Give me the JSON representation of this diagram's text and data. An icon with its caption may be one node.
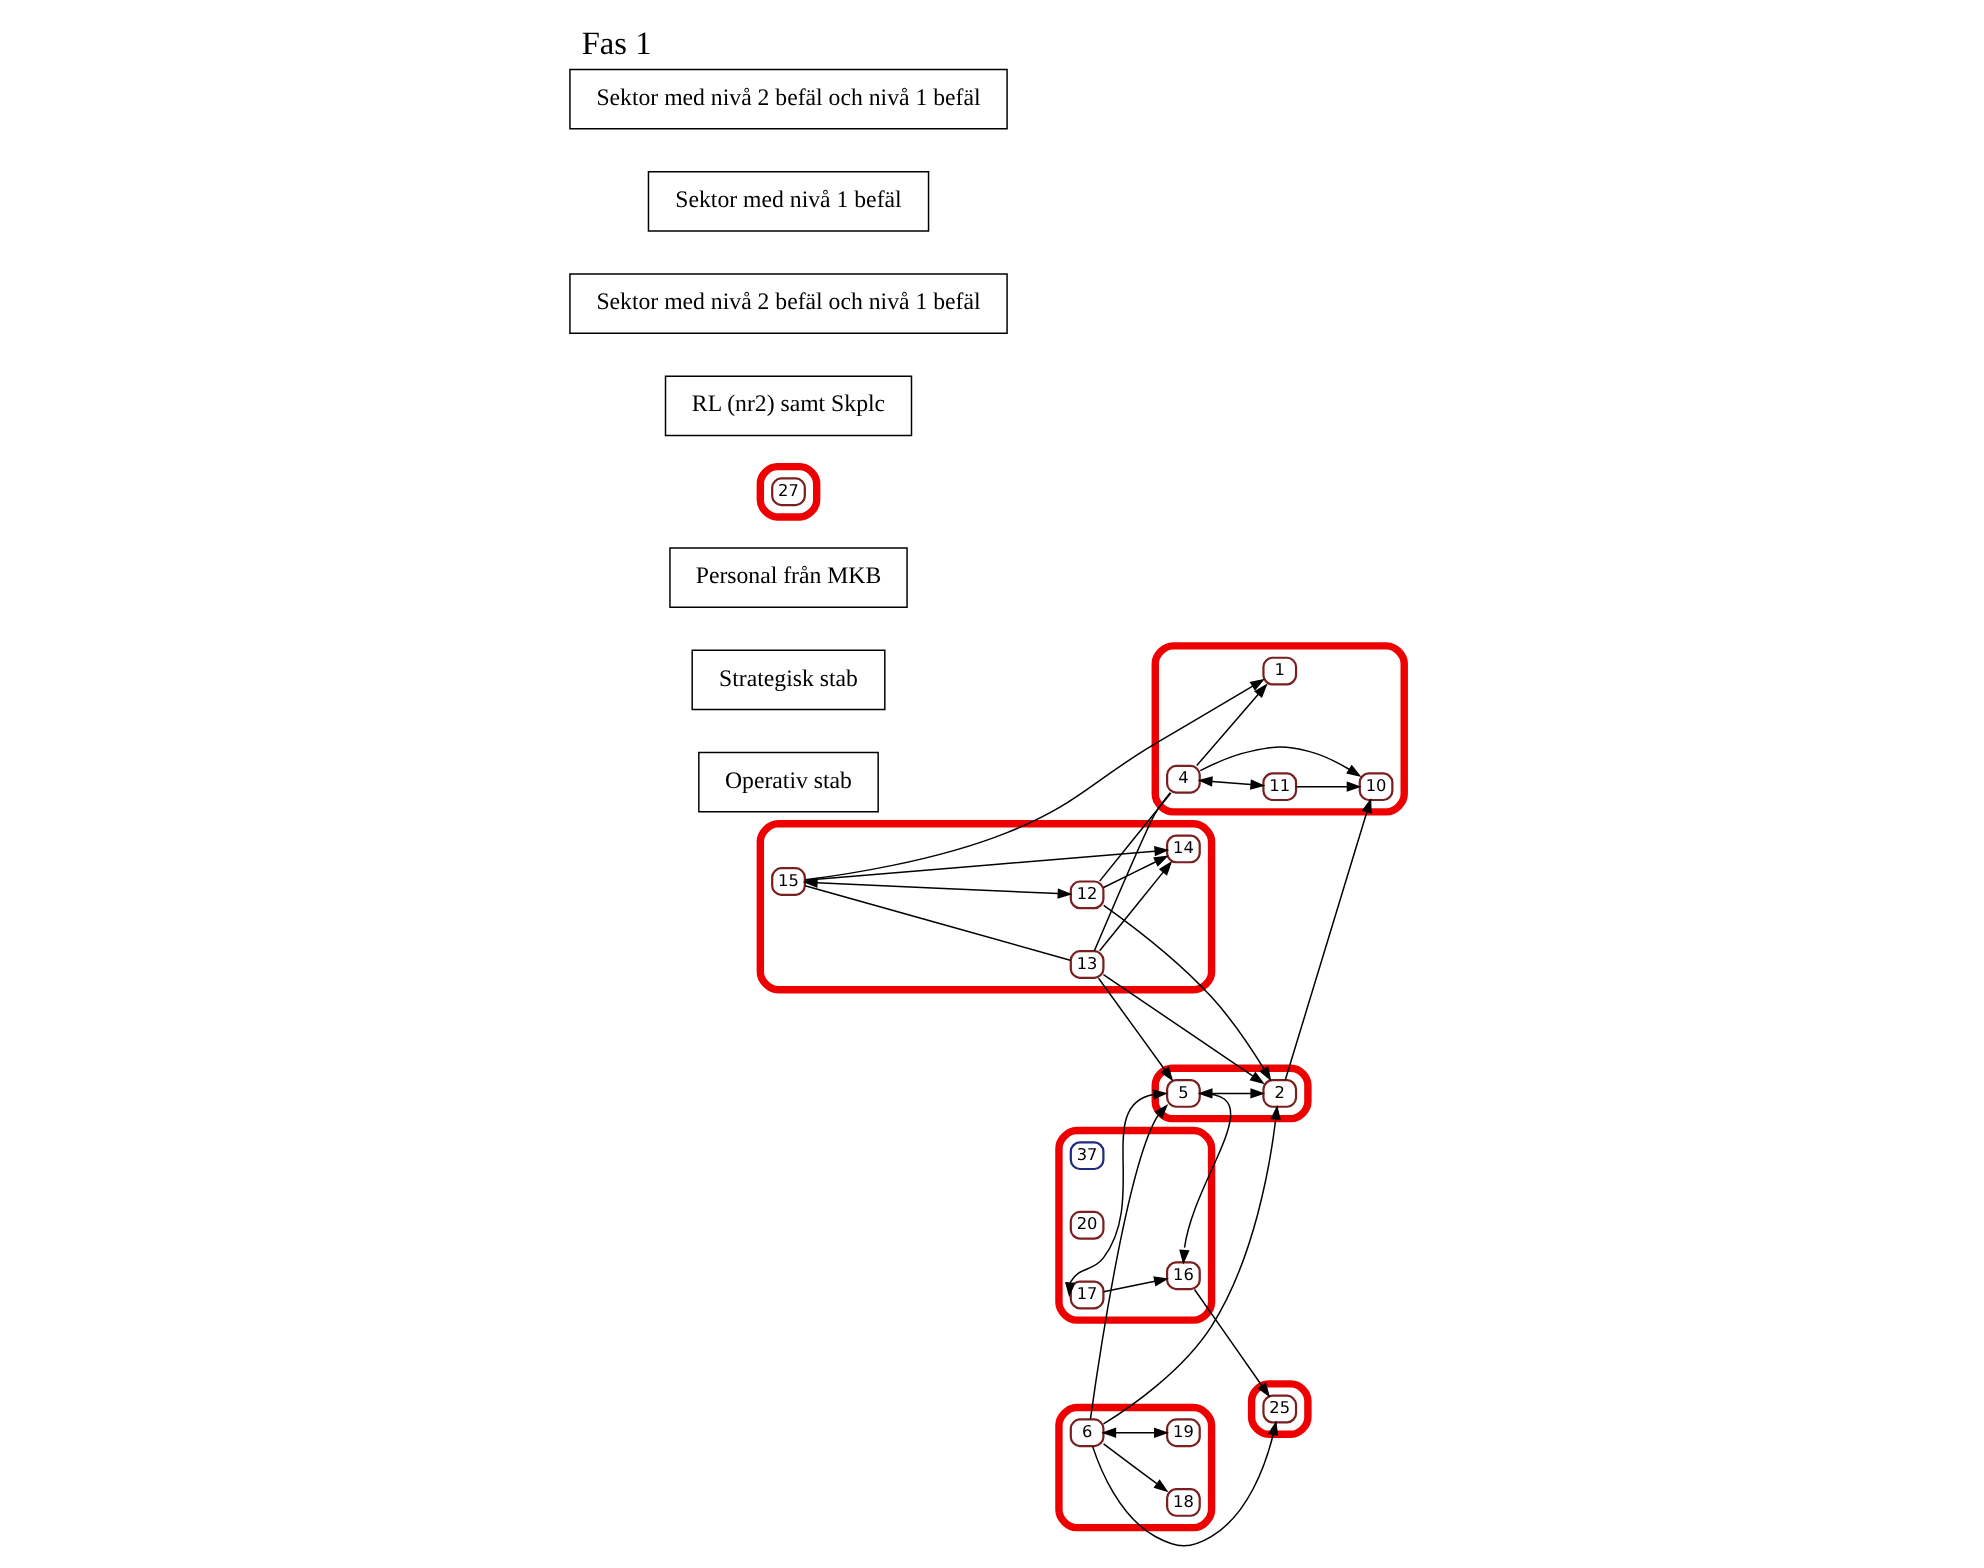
{
  "diagram": {
    "title": "Fas 1",
    "nodes": [
      {
        "text": [],
        "shape": "ellipse"
      },
      {
        "text": [
          "14"
        ],
        "in": 0
      },
      {
        "text": [
          "15"
        ],
        "in": 0
      },
      {
        "text": [
          "13"
        ],
        "in": 0
      },
      {
        "text": [
          "12"
        ],
        "in": 0
      },
      {
        "text": [],
        "shape": "ellipse"
      },
      {
        "text": [
          "1"
        ],
        "in": 5
      },
      {
        "text": [
          "4"
        ],
        "in": 5
      },
      {
        "text": [
          "11"
        ],
        "in": 5
      },
      {
        "text": [
          "10"
        ],
        "in": 5
      },
      {
        "text": [
          "Operativ stab"
        ]
      },
      {
        "text": [
          "Strategisk stab"
        ]
      },
      {
        "text": [
          "Personal från MKB"
        ]
      },
      {
        "text": [],
        "shape": "ellipse"
      },
      {
        "text": [
          "27"
        ],
        "in": 13
      },
      {
        "text": [],
        "shape": "ellipse"
      },
      {
        "text": [
          "2"
        ],
        "in": 15
      },
      {
        "text": [
          "RL (nr2) samt Skplc"
        ]
      },
      {
        "text": [
          "5"
        ],
        "in": 15
      },
      {
        "text": [
          "Sektor med nivå 2 befäl och nivå 1 befäl"
        ]
      },
      {
        "text": [
          "Sektor med nivå 1 befäl"
        ]
      },
      {
        "text": [],
        "shape": "ellipse"
      },
      {
        "text": [
          "6"
        ],
        "in": 21
      },
      {
        "text": [],
        "shape": "ellipse"
      },
      {
        "text": [
          "16"
        ],
        "in": 23
      },
      {
        "text": [],
        "shape": "ellipse"
      },
      {
        "text": [
          "25"
        ],
        "in": 25
      },
      {
        "text": [
          "19"
        ],
        "in": 21
      },
      {
        "text": [
          "37"
        ],
        "in": 23
      },
      {
        "text": [
          "18"
        ],
        "in": 21
      },
      {
        "text": [
          "20"
        ],
        "in": 23
      },
      {
        "text": [
          "Sektor med nivå 2 befäl och nivå 1 befäl"
        ]
      },
      {
        "text": [
          "17"
        ],
        "in": 23
      }
    ],
    "edges": [
      {
        "from": 2,
        "to": 1,
        "arrow": "to"
      },
      {
        "from": 4,
        "to": 1,
        "arrow": "to"
      },
      {
        "from": 3,
        "to": 1,
        "arrow": "to"
      },
      {
        "from": 2,
        "to": 4,
        "arrow": "both"
      },
      {
        "from": 2,
        "to": 3,
        "arrow": "none"
      },
      {
        "from": 3,
        "to": 16,
        "arrow": "to"
      },
      {
        "from": 3,
        "to": 18,
        "arrow": "to"
      },
      {
        "from": 4,
        "to": 16,
        "arrow": "to"
      },
      {
        "from": 2,
        "to": 6,
        "arrow": "to"
      },
      {
        "from": 4,
        "to": 7,
        "arrow": "none"
      },
      {
        "from": 3,
        "to": 7,
        "arrow": "none"
      },
      {
        "from": 7,
        "to": 6,
        "arrow": "to"
      },
      {
        "from": 7,
        "to": 8,
        "arrow": "both"
      },
      {
        "from": 7,
        "to": 9,
        "arrow": "to"
      },
      {
        "from": 8,
        "to": 9,
        "arrow": "to"
      },
      {
        "from": 16,
        "to": 9,
        "arrow": "to"
      },
      {
        "from": 18,
        "to": 16,
        "arrow": "both"
      },
      {
        "from": 22,
        "to": 16,
        "arrow": "to"
      },
      {
        "from": 22,
        "to": 18,
        "arrow": "to"
      },
      {
        "from": 32,
        "to": 18,
        "arrow": "both"
      },
      {
        "from": 18,
        "to": 24,
        "arrow": "to"
      },
      {
        "from": 32,
        "to": 24,
        "arrow": "to"
      },
      {
        "from": 22,
        "to": 26,
        "arrow": "to"
      },
      {
        "from": 24,
        "to": 26,
        "arrow": "to"
      },
      {
        "from": 22,
        "to": 27,
        "arrow": "both"
      },
      {
        "from": 22,
        "to": 29,
        "arrow": "to"
      }
    ]
  }
}
